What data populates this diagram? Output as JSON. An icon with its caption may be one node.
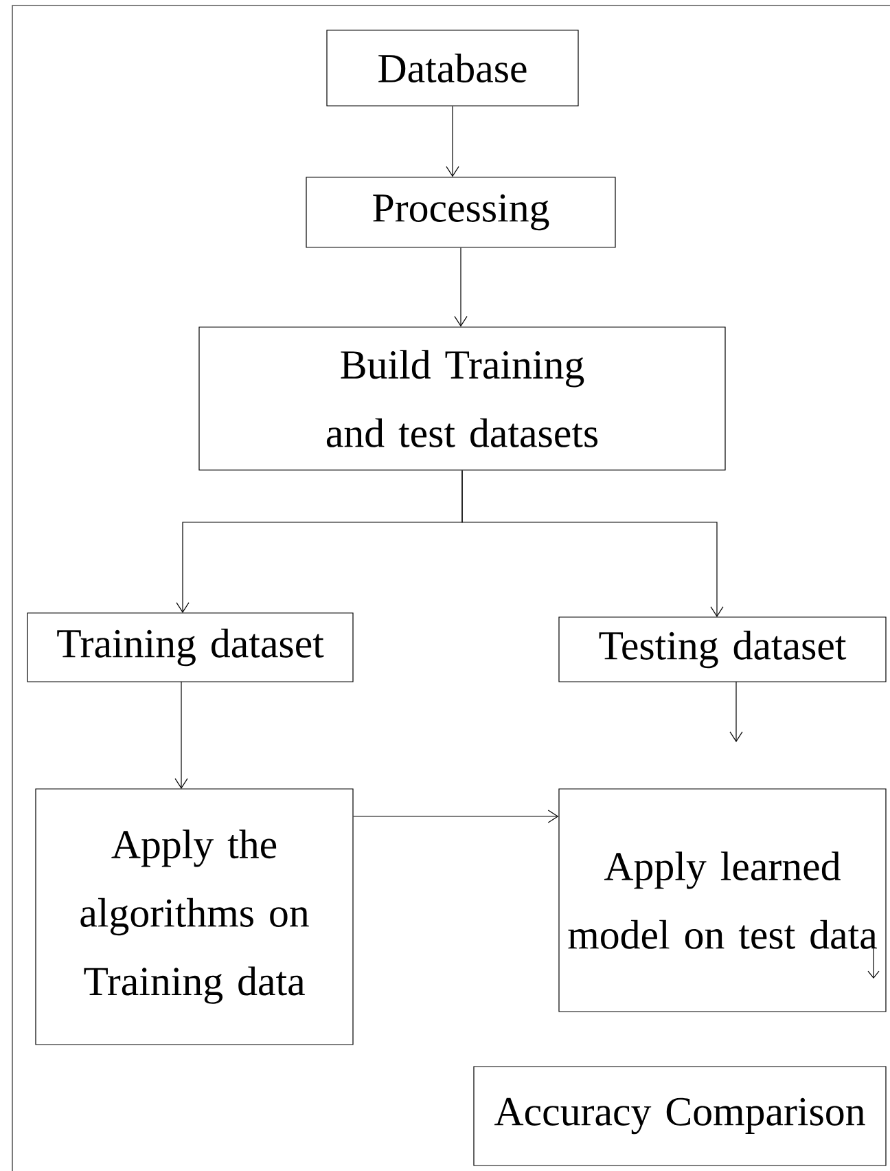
{
  "diagram": {
    "nodes": [
      {
        "text": [
          "Database"
        ]
      },
      {
        "text": [
          "Processing"
        ]
      },
      {
        "text": [
          "Build Training and test datasets"
        ]
      },
      {
        "text": [
          "Training dataset"
        ]
      },
      {
        "text": [
          "Testing dataset"
        ]
      },
      {
        "text": [
          "Apply the algorithms on Training data"
        ]
      },
      {
        "text": [
          "Apply learned model on test data"
        ]
      },
      {
        "text": [
          "Accuracy Comparison"
        ]
      }
    ],
    "edges": [
      {
        "from": 0,
        "to": 1,
        "arrow": "to"
      },
      {
        "from": 1,
        "to": 2,
        "arrow": "to"
      },
      {
        "from": 2,
        "to": 3,
        "arrow": "to"
      },
      {
        "from": 2,
        "to": 4,
        "arrow": "to"
      },
      {
        "from": 3,
        "to": 5,
        "arrow": "to"
      },
      {
        "from": 5,
        "to": 6,
        "arrow": "to"
      },
      {
        "from": 4,
        "to": null,
        "arrow": "to"
      }
    ]
  }
}
